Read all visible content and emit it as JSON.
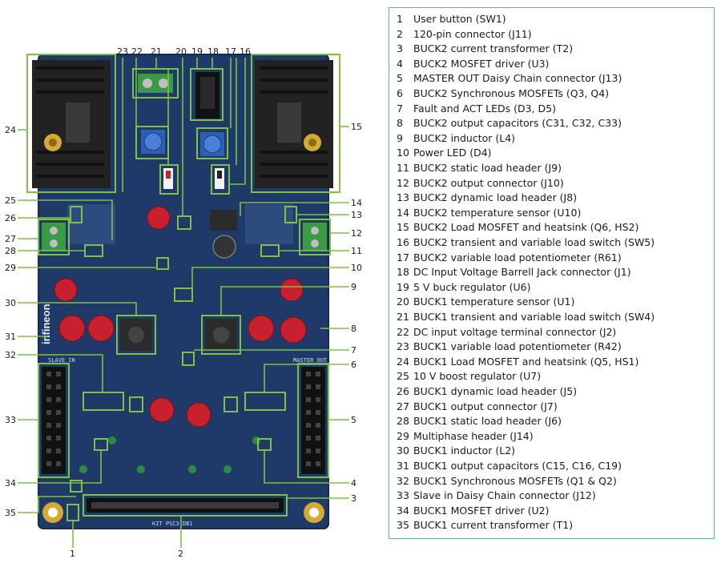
{
  "figure": {
    "colors": {
      "pcb": "#1f3a68",
      "pcb_dark": "#16305a",
      "highlight": "#7dc242",
      "legend_border": "#5fb3aa",
      "heatsink": "#1b1b1b",
      "capacitor": "#c8202e",
      "terminal": "#3a9a48",
      "header": "#111111",
      "gold": "#d4a935"
    },
    "callouts": [
      "1",
      "2",
      "3",
      "4",
      "5",
      "6",
      "7",
      "8",
      "9",
      "10",
      "11",
      "12",
      "13",
      "14",
      "15",
      "16",
      "17",
      "18",
      "19",
      "20",
      "21",
      "22",
      "23",
      "24",
      "25",
      "26",
      "27",
      "28",
      "29",
      "30",
      "31",
      "32",
      "33",
      "34",
      "35"
    ]
  },
  "legend": {
    "items": [
      {
        "num": "1",
        "text": "User button (SW1)"
      },
      {
        "num": "2",
        "text": "120-pin connector (J11)"
      },
      {
        "num": "3",
        "text": "BUCK2 current transformer (T2)"
      },
      {
        "num": "4",
        "text": "BUCK2 MOSFET driver (U3)"
      },
      {
        "num": "5",
        "text": "MASTER OUT Daisy Chain connector (J13)"
      },
      {
        "num": "6",
        "text": "BUCK2 Synchronous MOSFETs (Q3, Q4)"
      },
      {
        "num": "7",
        "text": "Fault and ACT LEDs (D3, D5)"
      },
      {
        "num": "8",
        "text": "BUCK2 output capacitors (C31, C32, C33)"
      },
      {
        "num": "9",
        "text": "BUCK2 inductor (L4)"
      },
      {
        "num": "10",
        "text": "Power LED (D4)"
      },
      {
        "num": "11",
        "text": "BUCK2 static load header (J9)"
      },
      {
        "num": "12",
        "text": "BUCK2 output connector (J10)"
      },
      {
        "num": "13",
        "text": "BUCK2 dynamic load header (J8)"
      },
      {
        "num": "14",
        "text": "BUCK2 temperature sensor (U10)"
      },
      {
        "num": "15",
        "text": "BUCK2 Load MOSFET and heatsink (Q6, HS2)"
      },
      {
        "num": "16",
        "text": "BUCK2 transient and variable load switch (SW5)"
      },
      {
        "num": "17",
        "text": "BUCK2 variable load potentiometer (R61)"
      },
      {
        "num": "18",
        "text": "DC Input Voltage Barrell Jack connector (J1)"
      },
      {
        "num": "19",
        "text": "5 V buck regulator (U6)"
      },
      {
        "num": "20",
        "text": "BUCK1 temperature sensor (U1)"
      },
      {
        "num": "21",
        "text": "BUCK1 transient and variable load switch (SW4)"
      },
      {
        "num": "22",
        "text": "DC input voltage terminal connector (J2)"
      },
      {
        "num": "23",
        "text": "BUCK1 variable load potentiometer (R42)"
      },
      {
        "num": "24",
        "text": "BUCK1 Load MOSFET and heatsink (Q5, HS1)"
      },
      {
        "num": "25",
        "text": "10 V boost regulator (U7)"
      },
      {
        "num": "26",
        "text": "BUCK1 dynamic load header (J5)"
      },
      {
        "num": "27",
        "text": "BUCK1 output connector (J7)"
      },
      {
        "num": "28",
        "text": "BUCK1 static load header (J6)"
      },
      {
        "num": "29",
        "text": "Multiphase header (J14)"
      },
      {
        "num": "30",
        "text": "BUCK1 inductor (L2)"
      },
      {
        "num": "31",
        "text": "BUCK1 output capacitors (C15, C16, C19)"
      },
      {
        "num": "32",
        "text": "BUCK1 Synchronous MOSFETs (Q1 & Q2)"
      },
      {
        "num": "33",
        "text": "Slave in Daisy Chain connector (J12)"
      },
      {
        "num": "34",
        "text": "BUCK1 MOSFET driver (U2)"
      },
      {
        "num": "35",
        "text": "BUCK1 current transformer (T1)"
      }
    ]
  }
}
